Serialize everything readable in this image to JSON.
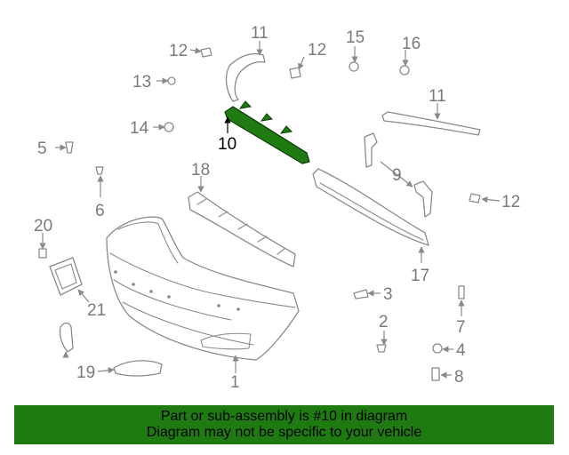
{
  "labels": {
    "p1": "1",
    "p2": "2",
    "p3": "3",
    "p4": "4",
    "p5": "5",
    "p6": "6",
    "p7": "7",
    "p8": "8",
    "p9": "9",
    "p10": "10",
    "p11a": "11",
    "p11b": "11",
    "p12a": "12",
    "p12b": "12",
    "p12c": "12",
    "p13": "13",
    "p14": "14",
    "p15": "15",
    "p16": "16",
    "p17": "17",
    "p18": "18",
    "p19": "19",
    "p20": "20",
    "p21": "21"
  },
  "banner": {
    "line1": "Part or sub-assembly is #10 in diagram",
    "line2": "Diagram may not be specific to your vehicle"
  },
  "colors": {
    "highlight": "#1f7a12",
    "banner_bg": "#1f7a12",
    "part_stroke": "#8a8a8a"
  }
}
